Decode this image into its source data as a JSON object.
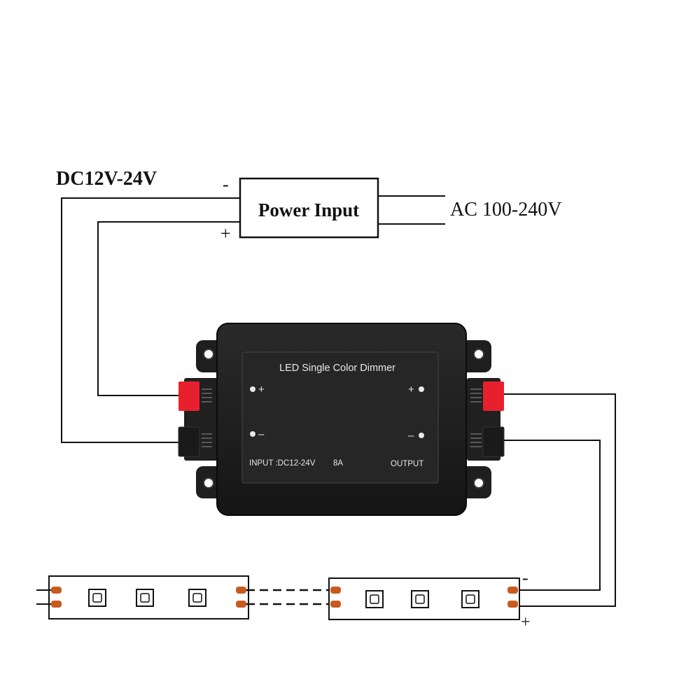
{
  "power_supply": {
    "label": "Power Input",
    "dc_label": "DC12V-24V",
    "ac_label": "AC 100-240V",
    "minus_sign": "-",
    "plus_sign": "+"
  },
  "dimmer": {
    "title": "LED Single Color Dimmer",
    "input_plus": "+",
    "input_minus": "–",
    "output_plus": "+",
    "output_minus": "–",
    "input_rating": "INPUT :DC12-24V",
    "current_rating": "8A",
    "output_label": "OUTPUT"
  },
  "strip_polarity": {
    "minus": "-",
    "plus": "+"
  },
  "colors": {
    "wire": "#111111",
    "housing": "#1c1c1c",
    "label_panel": "#262626",
    "label_text": "#e8e8e8",
    "terminal_red": "#e8202e",
    "strip_pad": "#c85a1e"
  }
}
